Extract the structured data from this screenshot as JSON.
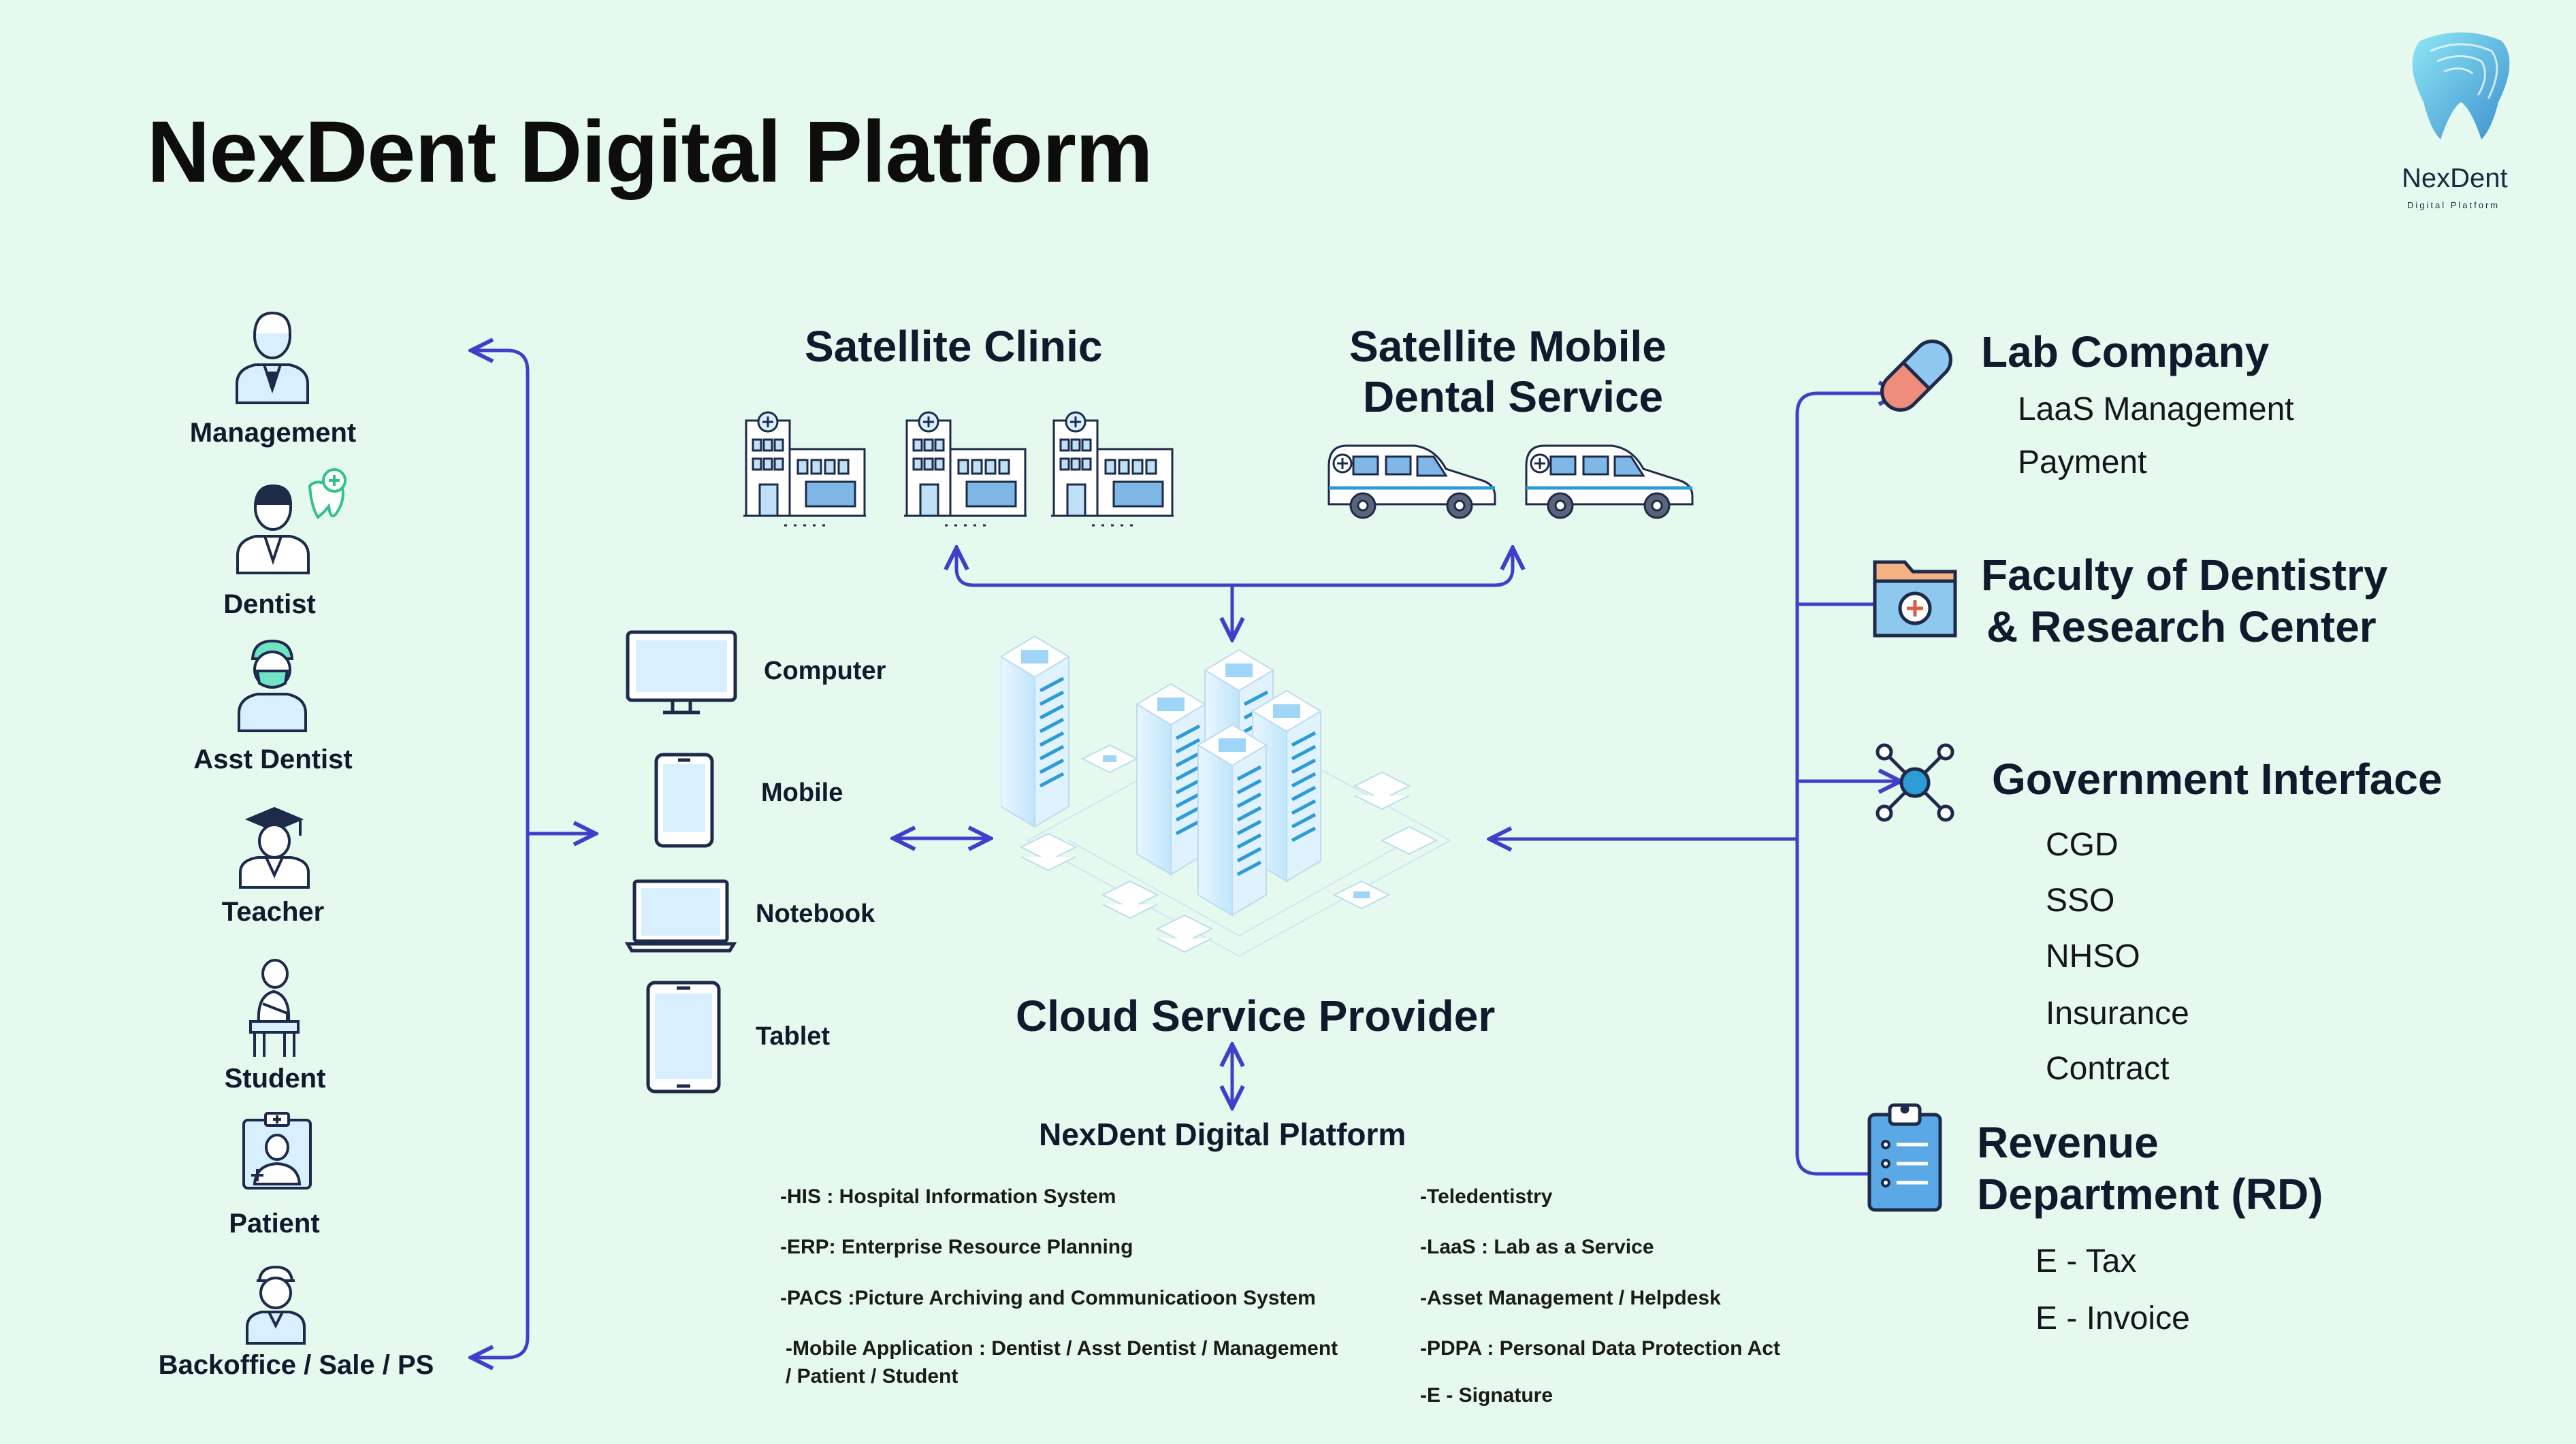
{
  "header": {
    "title": "NexDent Digital Platform"
  },
  "logo": {
    "name": "NexDent",
    "tagline": "Digital Platform",
    "icon": "tooth-logo-icon"
  },
  "roles": [
    {
      "label": "Management",
      "icon": "manager-icon"
    },
    {
      "label": "Dentist",
      "icon": "dentist-icon"
    },
    {
      "label": "Asst Dentist",
      "icon": "asst-dentist-icon"
    },
    {
      "label": "Teacher",
      "icon": "teacher-icon"
    },
    {
      "label": "Student",
      "icon": "student-icon"
    },
    {
      "label": "Patient",
      "icon": "patient-icon"
    },
    {
      "label": "Backoffice / Sale / PS",
      "icon": "backoffice-icon"
    }
  ],
  "devices": [
    {
      "label": "Computer",
      "icon": "computer-icon"
    },
    {
      "label": "Mobile",
      "icon": "mobile-icon"
    },
    {
      "label": "Notebook",
      "icon": "notebook-icon"
    },
    {
      "label": "Tablet",
      "icon": "tablet-icon"
    }
  ],
  "satellite_clinic": {
    "label": "Satellite Clinic",
    "icon": "clinic-building-icon"
  },
  "satellite_mobile": {
    "line1": "Satellite Mobile",
    "line2": "Dental Service",
    "icon": "ambulance-van-icon"
  },
  "cloud": {
    "label": "Cloud Service Provider",
    "icon": "server-cluster-icon"
  },
  "platform": {
    "label": "NexDent Digital Platform",
    "features_left": [
      "-HIS : Hospital Information System",
      "-ERP: Enterprise Resource Planning",
      "-PACS :Picture Archiving and Communicatioon System",
      "-Mobile Application : Dentist / Asst Dentist / Management",
      "/ Patient / Student"
    ],
    "features_right": [
      "-Teledentistry",
      "-LaaS : Lab as a Service",
      "-Asset Management / Helpdesk",
      "-PDPA : Personal Data Protection Act",
      "-E - Signature"
    ]
  },
  "partners": {
    "lab": {
      "title": "Lab Company",
      "items": [
        "LaaS Management",
        "Payment"
      ],
      "icon": "pill-capsule-icon"
    },
    "faculty": {
      "line1": "Faculty of Dentistry",
      "line2": "& Research Center",
      "icon": "medical-folder-icon"
    },
    "government": {
      "title": "Government Interface",
      "items": [
        "CGD",
        "SSO",
        "NHSO",
        "Insurance",
        "Contract"
      ],
      "icon": "network-nodes-icon"
    },
    "revenue": {
      "line1": "Revenue",
      "line2": "Department (RD)",
      "items": [
        "E - Tax",
        "E - Invoice"
      ],
      "icon": "clipboard-icon"
    }
  },
  "colors": {
    "background": "#e6f9ef",
    "arrow": "#3f3fc9",
    "icon_stroke": "#1e2a4a",
    "icon_accent": "#2c9bd6"
  }
}
